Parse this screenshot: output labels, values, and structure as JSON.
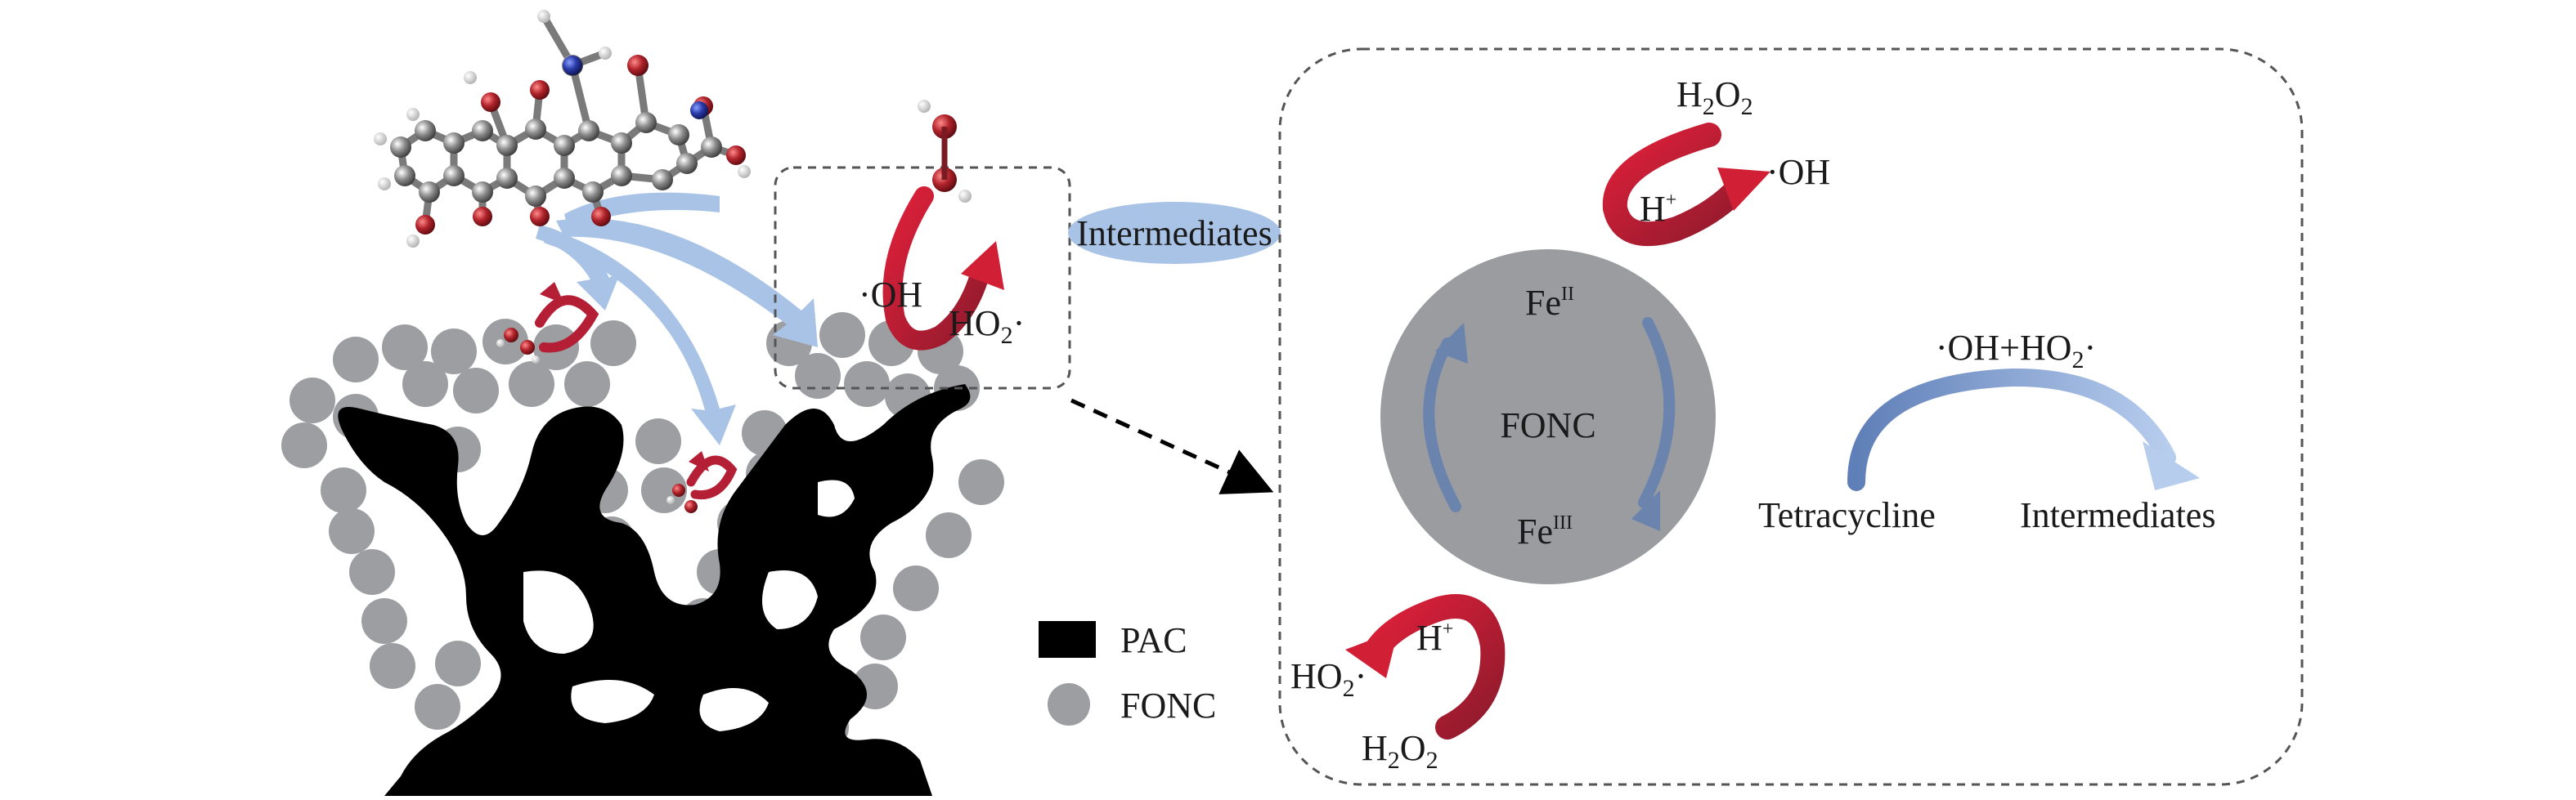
{
  "colors": {
    "pac": "#000000",
    "fonc_particle": "#9d9ea2",
    "fonc_core": "#9b9ca0",
    "blue_arrow": "#a9c3e6",
    "red_arrow": "#b41f36",
    "intermediates_bubble": "#a9c3e6",
    "dashed_box": "#555555"
  },
  "icons": {
    "molecule": "tetracycline-molecule-icon",
    "pac": "porous-carbon-shape",
    "fonc": "fonc-particle-circle",
    "water": "h2o2-molecule-icon"
  },
  "left_panel": {
    "oh_label": "·OH",
    "ho2_label_main": "HO",
    "ho2_sub": "2",
    "ho2_tail": "·",
    "bubble_label": "Intermediates"
  },
  "legend": {
    "pac_label": "PAC",
    "fonc_label": "FONC"
  },
  "right_panel": {
    "h2o2_top": {
      "main": "H",
      "sub": "2",
      "mid": "O",
      "sub2": "2"
    },
    "oh_top": "·OH",
    "h_plus_top": {
      "main": "H",
      "sup": "+"
    },
    "fe2": {
      "main": "Fe",
      "sup": "II"
    },
    "fe3": {
      "main": "Fe",
      "sup": "III"
    },
    "core_label": "FONC",
    "h_plus_bottom": {
      "main": "H",
      "sup": "+"
    },
    "ho2_bottom": {
      "main": "HO",
      "sub": "2",
      "tail": "·"
    },
    "h2o2_bottom": {
      "main": "H",
      "sub": "2",
      "mid": "O",
      "sub2": "2"
    },
    "reaction_top": {
      "a": "·OH+HO",
      "sub": "2",
      "b": "·"
    },
    "tetracycline": "Tetracycline",
    "intermediates": "Intermediates"
  }
}
